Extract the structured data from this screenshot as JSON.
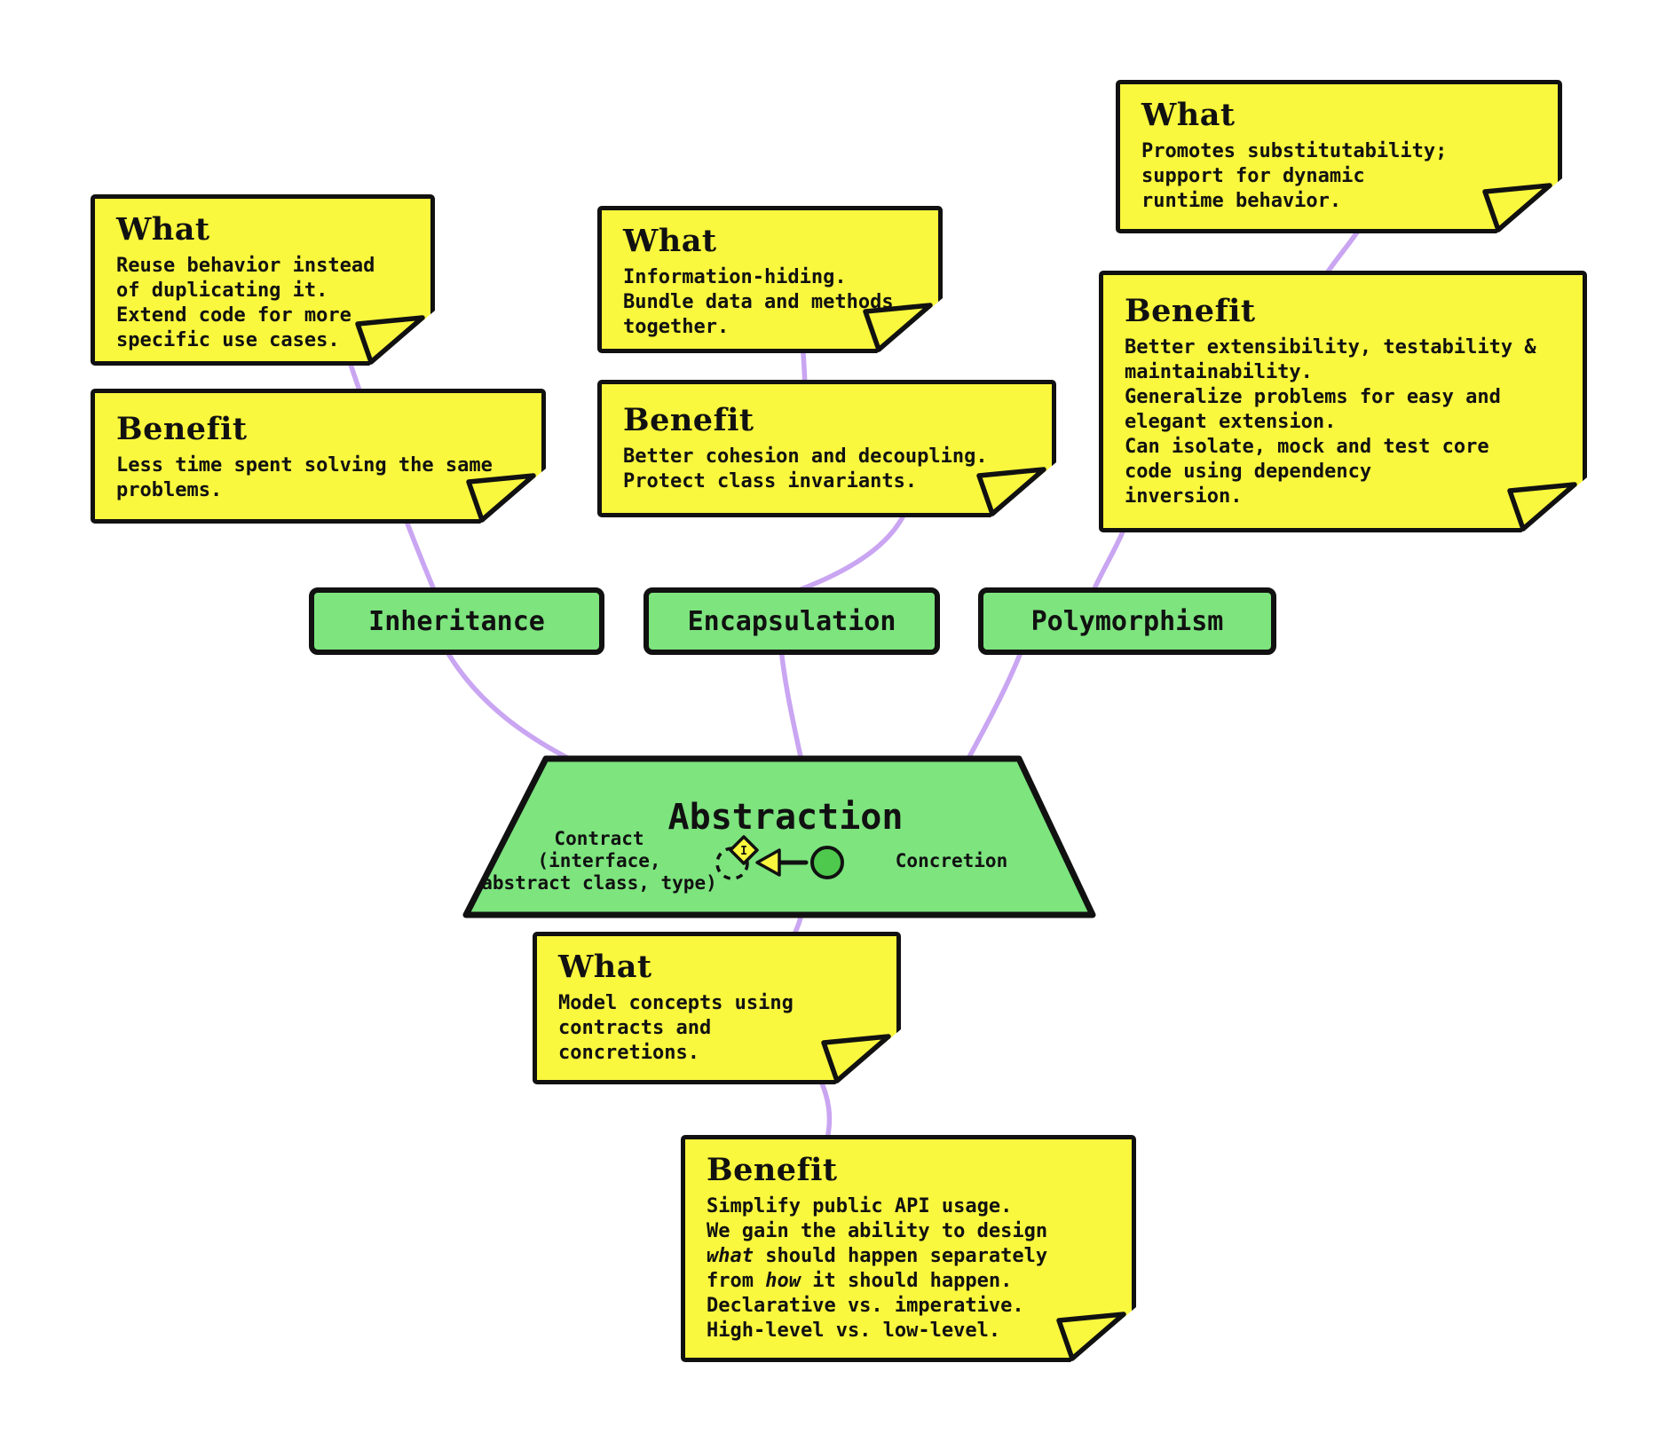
{
  "colors": {
    "note_fill": "#f9f73e",
    "node_fill": "#7de47e",
    "concretion_fill": "#4ec94e",
    "connector": "#c9a5f2",
    "outline": "#111111"
  },
  "abstraction": {
    "label": "Abstraction",
    "contract": "Contract\n(interface,\nabstract class, type)",
    "concretion": "Concretion",
    "interface_letter": "I"
  },
  "pillars": [
    {
      "label": "Inheritance"
    },
    {
      "label": "Encapsulation"
    },
    {
      "label": "Polymorphism"
    }
  ],
  "notes": [
    {
      "id": "inheritance-what",
      "heading": "What",
      "lines": [
        "Reuse behavior instead",
        "of duplicating it.",
        "Extend code for more",
        "specific use cases."
      ]
    },
    {
      "id": "inheritance-benefit",
      "heading": "Benefit",
      "lines": [
        "Less time spent solving the same",
        "problems."
      ]
    },
    {
      "id": "encapsulation-what",
      "heading": "What",
      "lines": [
        "Information-hiding.",
        "Bundle data and methods",
        "together."
      ]
    },
    {
      "id": "encapsulation-benefit",
      "heading": "Benefit",
      "lines": [
        "Better cohesion and decoupling.",
        "Protect class invariants."
      ]
    },
    {
      "id": "polymorphism-what",
      "heading": "What",
      "lines": [
        "Promotes substitutability;",
        "support for dynamic",
        "runtime behavior."
      ]
    },
    {
      "id": "polymorphism-benefit",
      "heading": "Benefit",
      "lines": [
        "Better extensibility, testability &",
        "maintainability.",
        "Generalize problems for easy and",
        "elegant extension.",
        "Can isolate, mock and test core",
        "code using dependency",
        "inversion."
      ]
    },
    {
      "id": "abstraction-what",
      "heading": "What",
      "lines": [
        "Model concepts using",
        "contracts and",
        "concretions."
      ]
    },
    {
      "id": "abstraction-benefit",
      "heading": "Benefit",
      "lines": [
        "Simplify public API usage.",
        "We gain the ability to design",
        "*what* should happen separately",
        "from *how* it should happen.",
        "Declarative vs. imperative.",
        "High-level vs. low-level."
      ]
    }
  ]
}
